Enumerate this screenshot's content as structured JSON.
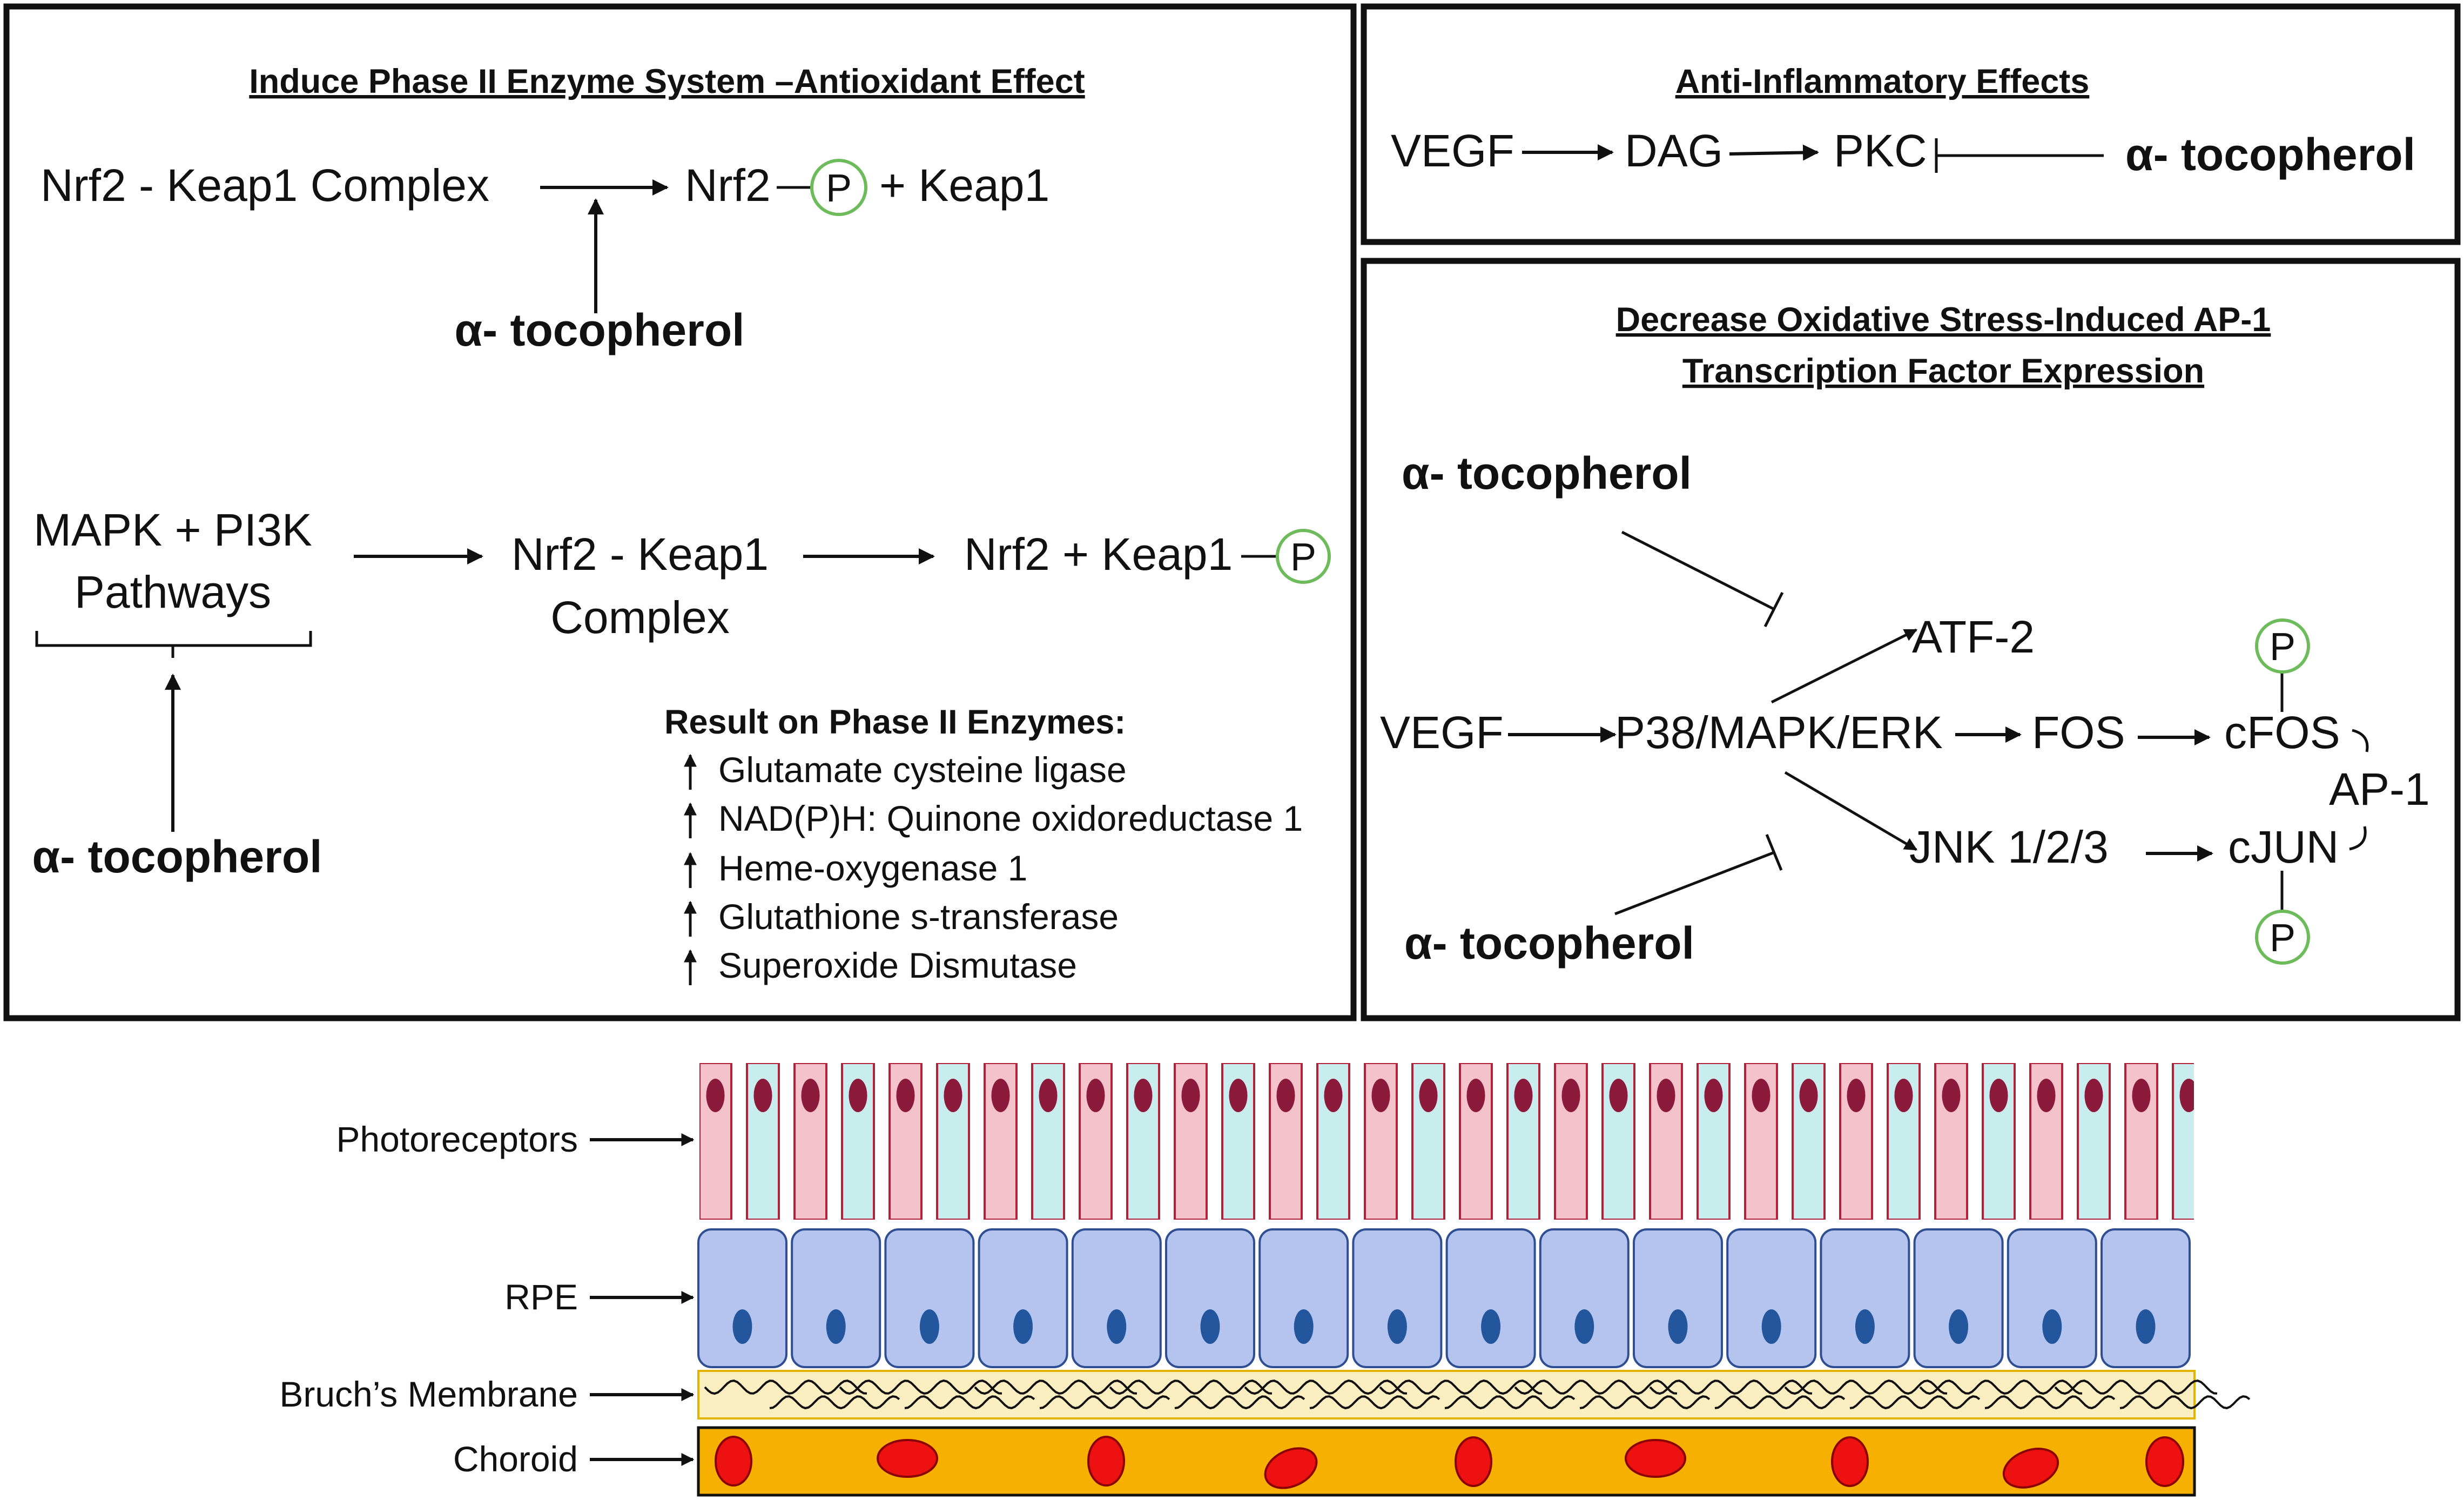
{
  "panels": {
    "phase2": {
      "title": "Induce Phase II Enzyme System –Antioxidant Effect",
      "row1": {
        "complex": "Nrf2 - Keap1 Complex",
        "product_nrf2": "Nrf2",
        "product_rest": "+ Keap1",
        "alpha": "α- tocopherol"
      },
      "row2": {
        "pathways_line1": "MAPK + PI3K",
        "pathways_line2": "Pathways",
        "complex_line1": "Nrf2 - Keap1",
        "complex_line2": "Complex",
        "product": "Nrf2 + Keap1",
        "alpha": "α- tocopherol"
      },
      "result_title": "Result on Phase II Enzymes:",
      "results": [
        "Glutamate cysteine ligase",
        "NAD(P)H: Quinone oxidoreductase 1",
        "Heme-oxygenase 1",
        "Glutathione s-transferase",
        "Superoxide Dismutase"
      ]
    },
    "inflammatory": {
      "title": "Anti-Inflammatory Effects",
      "vegf": "VEGF",
      "dag": "DAG",
      "pkc": "PKC",
      "alpha": "α- tocopherol"
    },
    "ap1": {
      "title_line1": "Decrease Oxidative Stress-Induced AP-1",
      "title_line2": "Transcription Factor Expression",
      "alpha_top": "α- tocopherol",
      "alpha_bottom": "α- tocopherol",
      "vegf": "VEGF",
      "p38": "P38/MAPK/ERK",
      "atf2": "ATF-2",
      "fos": "FOS",
      "cfos": "cFOS",
      "jnk": "JNK 1/2/3",
      "cjun": "cJUN",
      "ap1": "AP-1"
    }
  },
  "phospho_label": "P",
  "retina": {
    "labels": {
      "photoreceptors": "Photoreceptors",
      "rpe": "RPE",
      "bruch": "Bruch’s Membrane",
      "choroid": "Choroid"
    },
    "colors": {
      "photoreceptor_pink": "#f4c2cb",
      "photoreceptor_cyan": "#c9ecec",
      "photoreceptor_nucleus": "#8c1a3c",
      "rpe_fill": "#b4c4ee",
      "rpe_nucleus": "#24569e",
      "bruch_fill": "#fbeec0",
      "choroid_fill": "#f5b000",
      "blood_cell": "#ee1111",
      "phospho_ring": "#6dbb5a"
    }
  }
}
